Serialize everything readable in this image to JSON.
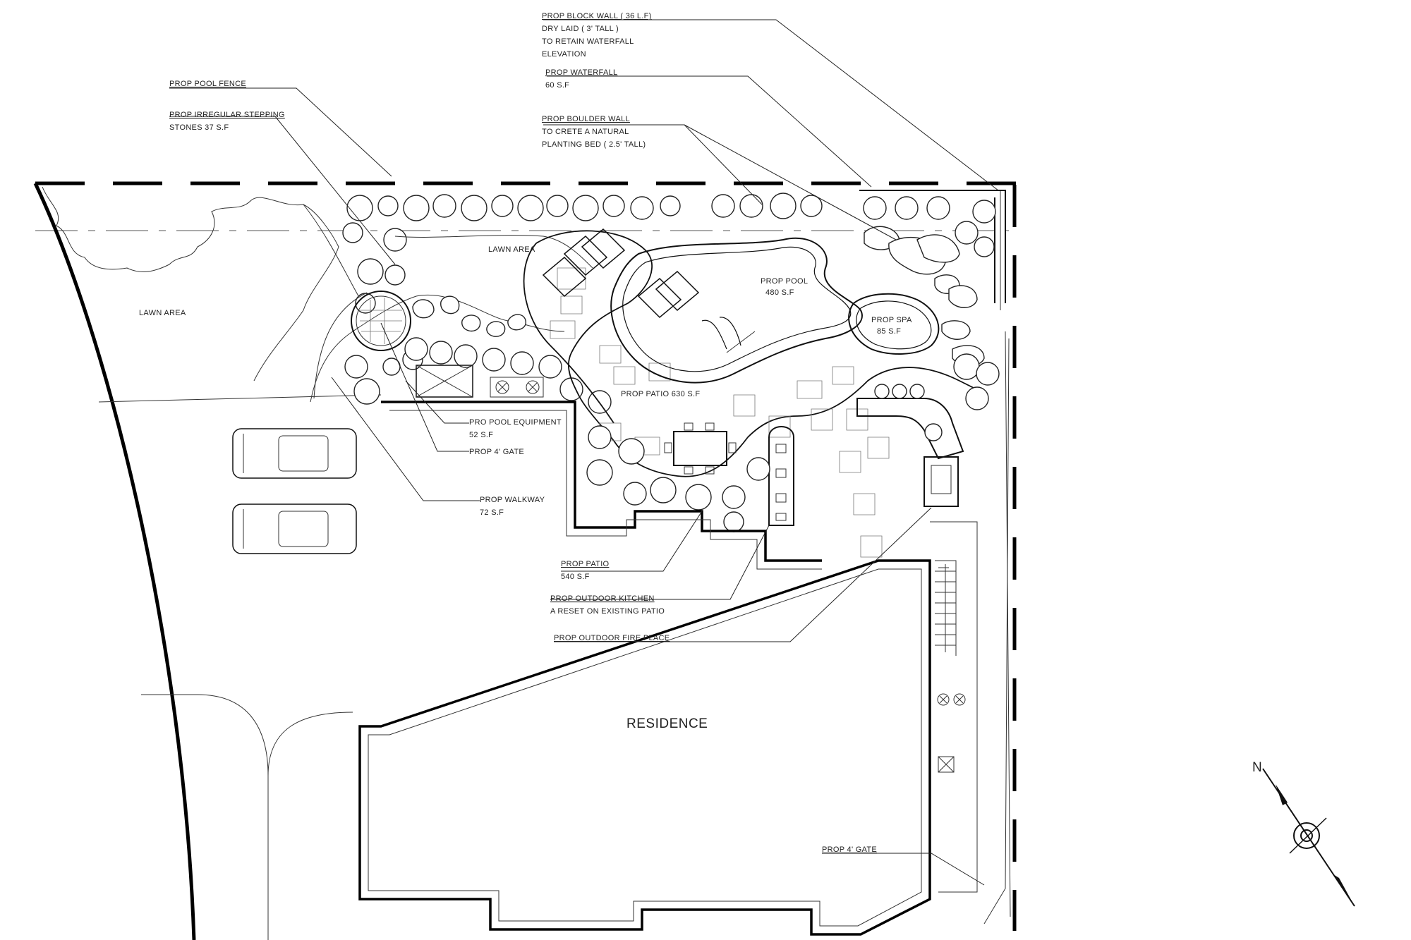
{
  "labels": {
    "block_wall": [
      "PROP BLOCK WALL ( 36 L.F)",
      "DRY LAID ( 3' TALL )",
      "TO RETAIN WATERFALL",
      "ELEVATION"
    ],
    "waterfall": [
      "PROP WATERFALL",
      "60 S.F"
    ],
    "boulder_wall": [
      "PROP BOULDER WALL",
      "TO CRETE A NATURAL",
      "PLANTING BED ( 2.5' TALL)"
    ],
    "pool_fence": [
      "PROP POOL FENCE"
    ],
    "stepping_stones": [
      "PROP IRREGULAR STEPPING",
      "STONES   37 S.F"
    ],
    "lawn_area_left": "LAWN AREA",
    "lawn_area_top": "LAWN AREA",
    "pool": [
      "PROP POOL",
      "480 S.F"
    ],
    "spa": [
      "PROP SPA",
      "85 S.F"
    ],
    "patio_630": "PROP PATIO 630 S.F",
    "pool_equipment": [
      "PRO POOL EQUIPMENT",
      "52 S.F"
    ],
    "gate_top": "PROP 4' GATE",
    "walkway": [
      "PROP WALKWAY",
      "72 S.F"
    ],
    "patio_540": [
      "PROP PATIO",
      "540 S.F"
    ],
    "outdoor_kitchen": [
      "PROP OUTDOOR KITCHEN",
      "A RESET ON EXISTING PATIO"
    ],
    "fire_place": "PROP OUTDOOR FIRE PLACE",
    "residence": "RESIDENCE",
    "gate_bottom": "PROP 4' GATE",
    "north": "N"
  }
}
